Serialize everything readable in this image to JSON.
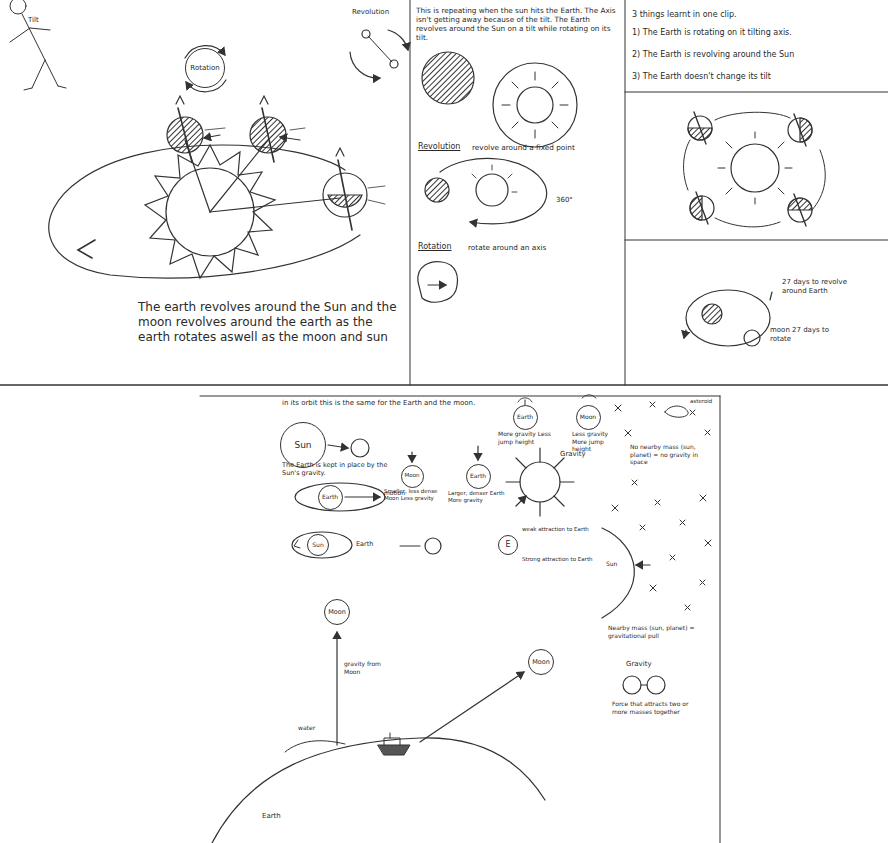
{
  "diagram": {
    "nodes": [
      {
        "text": [
          "Rotation"
        ]
      },
      {
        "text": [
          "Sun"
        ]
      },
      {
        "text": [
          "Earth"
        ]
      },
      {
        "text": [
          "Sun"
        ]
      },
      {
        "text": [
          "Earth"
        ]
      },
      {
        "text": [
          "Moon"
        ]
      },
      {
        "text": [
          "Moon"
        ]
      },
      {
        "text": [
          "Earth"
        ]
      },
      {
        "text": [
          "E"
        ]
      },
      {
        "text": [
          "Moon"
        ]
      },
      {
        "text": [
          "Moon"
        ]
      }
    ],
    "labels": [
      "Tilt",
      "Revolution",
      "The earth revolves around the Sun and the moon revolves around the earth as the earth rotates aswell as the moon and sun",
      "This is repeating when the sun hits the Earth. The Axis isn't getting away because of the tilt. The Earth revolves around the Sun on a tilt while rotating on its tilt.",
      "Revolution",
      "revolve around a fixed point",
      "360°",
      "Rotation",
      "rotate around an axis",
      "3 things learnt in one clip.",
      "1) The Earth is rotating on it tilting axis.",
      "2) The Earth is revolving around the Sun",
      "3) The Earth doesn't change its tilt",
      "27 days to revolve around Earth",
      "moon 27 days to rotate",
      "in its orbit this is the same for the Earth and the moon.",
      "The Earth is kept in place by the Sun's gravity.",
      "motion",
      "Earth",
      "More gravity Less jump height",
      "Less gravity More jump height",
      "Smaller, less dense Moon Less gravity",
      "Larger, denser Earth More gravity",
      "Gravity",
      "weak attraction to Earth",
      "Strong attraction to Earth",
      "asteroid",
      "No nearby mass (sun, planet) = no gravity in space",
      "Sun",
      "Nearby mass (sun, planet) = gravitational pull",
      "Gravity",
      "Force that attracts two or more masses together",
      "gravity from Moon",
      "water",
      "Earth"
    ]
  }
}
